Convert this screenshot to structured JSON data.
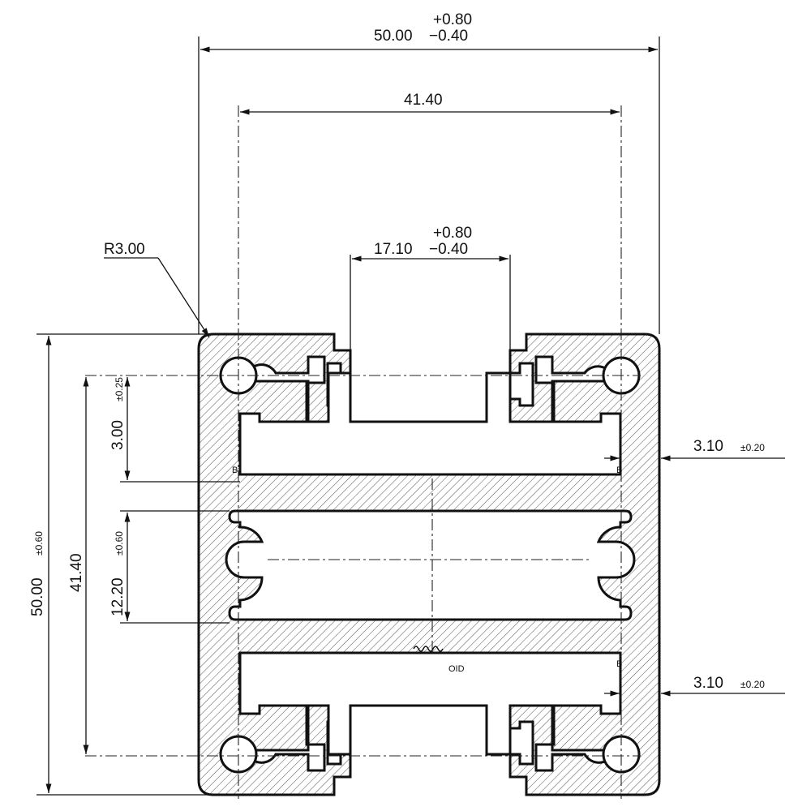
{
  "drawing": {
    "width_nominal": "50.00",
    "width_tol_plus": "+0.80",
    "width_tol_minus": "−0.40",
    "center_distance_h": "41.40",
    "slot_opening": "17.10",
    "slot_tol_plus": "+0.80",
    "slot_tol_minus": "−0.40",
    "radius": "R3.00",
    "height_nominal": "50.00",
    "height_tol": "±0.60",
    "center_distance_v": "41.40",
    "offset_3": "3.00",
    "offset_3_tol": "±0.25",
    "gap_1220": "12.20",
    "gap_1220_tol": "±0.60",
    "wall_top": "3.10",
    "wall_top_tol": "±0.20",
    "wall_bottom": "3.10",
    "wall_bottom_tol": "±0.20",
    "section_mark": "B",
    "stamp_label": "OID"
  }
}
